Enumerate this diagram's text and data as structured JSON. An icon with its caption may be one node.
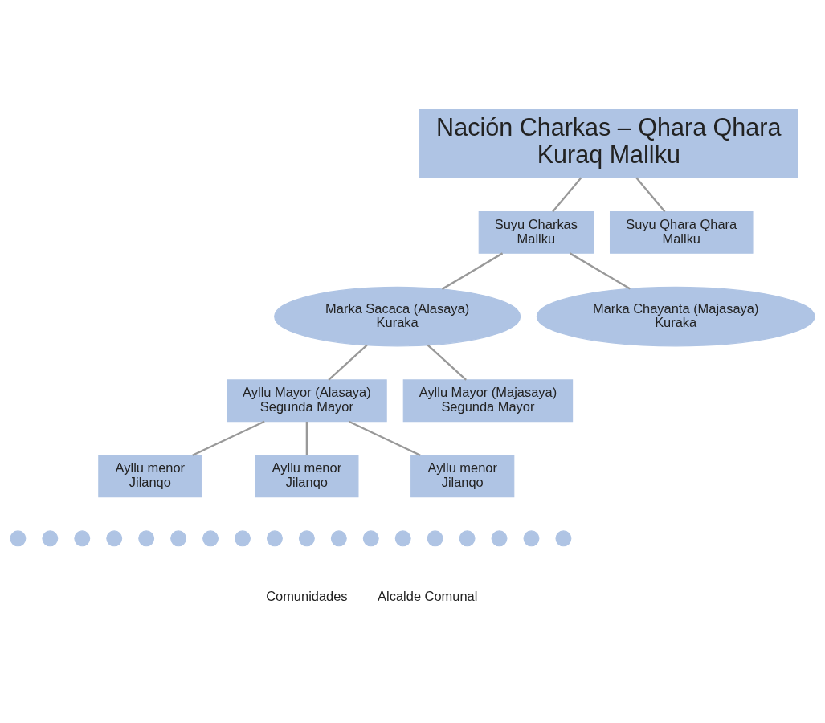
{
  "diagram": {
    "nodes": [
      {
        "text": [
          "Nación Charkas – Qhara Qhara",
          "Kuraq Mallku"
        ]
      },
      {
        "text": [
          "Suyu Charkas",
          "Mallku"
        ]
      },
      {
        "text": [
          "Suyu Qhara Qhara",
          "Mallku"
        ]
      },
      {
        "text": [
          "Marka Sacaca (Alasaya)",
          "Kuraka"
        ]
      },
      {
        "text": [
          "Marka Chayanta (Majasaya)",
          "Kuraka"
        ]
      },
      {
        "text": [
          "Ayllu Mayor (Alasaya)",
          "Segunda Mayor"
        ]
      },
      {
        "text": [
          "Ayllu Mayor (Majasaya)",
          "Segunda Mayor"
        ]
      },
      {
        "text": [
          "Ayllu menor",
          "Jilanqo"
        ]
      },
      {
        "text": [
          "Ayllu menor",
          "Jilanqo"
        ]
      },
      {
        "text": [
          "Ayllu menor",
          "Jilanqo"
        ]
      },
      {
        "text": [],
        "shape": "circle"
      },
      {
        "text": [],
        "shape": "circle"
      },
      {
        "text": [],
        "shape": "circle"
      },
      {
        "text": [],
        "shape": "circle"
      },
      {
        "text": [],
        "shape": "circle"
      },
      {
        "text": [],
        "shape": "circle"
      },
      {
        "text": [],
        "shape": "circle"
      },
      {
        "text": [],
        "shape": "circle"
      },
      {
        "text": [],
        "shape": "circle"
      },
      {
        "text": [],
        "shape": "circle"
      },
      {
        "text": [],
        "shape": "circle"
      },
      {
        "text": [],
        "shape": "circle"
      },
      {
        "text": [],
        "shape": "circle"
      },
      {
        "text": [],
        "shape": "circle"
      },
      {
        "text": [],
        "shape": "circle"
      },
      {
        "text": [],
        "shape": "circle"
      },
      {
        "text": [],
        "shape": "circle"
      },
      {
        "text": [],
        "shape": "circle"
      }
    ],
    "edges": [
      {
        "from": 0,
        "to": 1,
        "arrow": "none"
      },
      {
        "from": 0,
        "to": 2,
        "arrow": "none"
      },
      {
        "from": 1,
        "to": 3,
        "arrow": "none"
      },
      {
        "from": 1,
        "to": 4,
        "arrow": "none"
      },
      {
        "from": 3,
        "to": 5,
        "arrow": "none"
      },
      {
        "from": 3,
        "to": 6,
        "arrow": "none"
      },
      {
        "from": 5,
        "to": 7,
        "arrow": "none"
      },
      {
        "from": 5,
        "to": 8,
        "arrow": "none"
      },
      {
        "from": 5,
        "to": 9,
        "arrow": "none"
      }
    ],
    "labels": [
      "Comunidades",
      "Alcalde Comunal"
    ]
  }
}
